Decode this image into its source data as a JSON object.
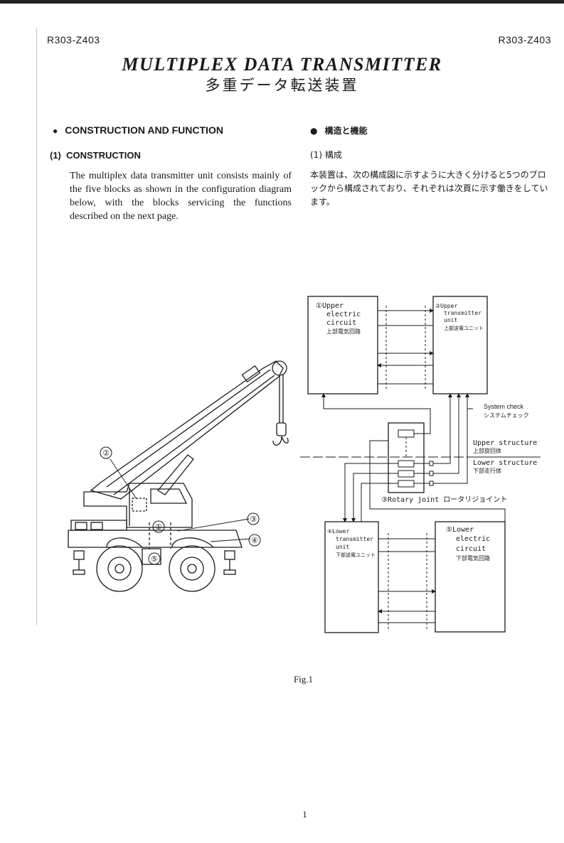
{
  "header": {
    "code_left": "R303-Z403",
    "code_right": "R303-Z403",
    "title_en": "MULTIPLEX DATA TRANSMITTER",
    "title_jp": "多重データ転送装置"
  },
  "section": {
    "heading_en": "CONSTRUCTION AND FUNCTION",
    "heading_jp": "構造と機能",
    "sub_en": "(1)  CONSTRUCTION",
    "sub_jp": "(1) 構成",
    "body_en": "The multiplex data transmitter unit consists mainly of the five blocks as shown in the configuration diagram below, with the blocks servicing the functions described on the next page.",
    "body_jp": "本装置は、次の構成図に示すように大きく分けると5つのブロックから構成されており、それぞれは次頁に示す働きをしています。"
  },
  "diagram": {
    "block1": [
      "①Upper",
      "electric",
      "circuit",
      "上部電気回路"
    ],
    "block2": [
      "②Upper",
      "transmitter",
      "unit",
      "上部送電ユニット"
    ],
    "block4": [
      "④Lower",
      "transmitter",
      "unit",
      "下部送電ユニット"
    ],
    "block5": [
      "⑤Lower",
      "electric",
      "circuit",
      "下部電気回路"
    ],
    "system_check": [
      "System check",
      "システムチェック"
    ],
    "upper_structure": [
      "Upper structure",
      "上部旋回体"
    ],
    "lower_structure": [
      "Lower structure",
      "下部走行体"
    ],
    "rotary_joint": "③Rotary joint ロータリジョイント",
    "crane_labels": [
      "②",
      "①",
      "③",
      "④",
      "⑤"
    ]
  },
  "figure_caption": "Fig.1",
  "page_number": "1"
}
